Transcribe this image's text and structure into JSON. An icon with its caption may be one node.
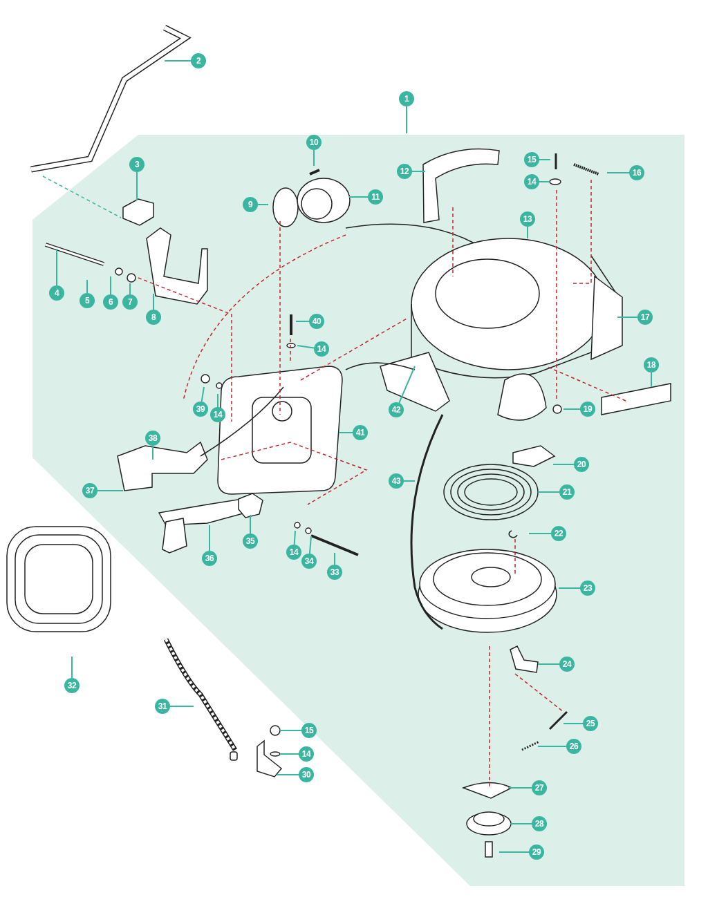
{
  "diagram": {
    "nodes": [
      {
        "text": [
          "2"
        ]
      },
      {
        "text": [
          "1"
        ]
      },
      {
        "text": [
          "10"
        ]
      },
      {
        "text": [
          "15"
        ]
      },
      {
        "text": [
          "3"
        ]
      },
      {
        "text": [
          "12"
        ]
      },
      {
        "text": [
          "16"
        ]
      },
      {
        "text": [
          "14"
        ]
      },
      {
        "text": [
          "11"
        ]
      },
      {
        "text": [
          "9"
        ]
      },
      {
        "text": [
          "13"
        ]
      },
      {
        "text": [
          "4"
        ]
      },
      {
        "text": [
          "5"
        ]
      },
      {
        "text": [
          "6"
        ]
      },
      {
        "text": [
          "7"
        ]
      },
      {
        "text": [
          "8"
        ]
      },
      {
        "text": [
          "17"
        ]
      },
      {
        "text": [
          "40"
        ]
      },
      {
        "text": [
          "14"
        ]
      },
      {
        "text": [
          "18"
        ]
      },
      {
        "text": [
          "39"
        ]
      },
      {
        "text": [
          "14"
        ]
      },
      {
        "text": [
          "42"
        ]
      },
      {
        "text": [
          "19"
        ]
      },
      {
        "text": [
          "41"
        ]
      },
      {
        "text": [
          "38"
        ]
      },
      {
        "text": [
          "20"
        ]
      },
      {
        "text": [
          "43"
        ]
      },
      {
        "text": [
          "37"
        ]
      },
      {
        "text": [
          "21"
        ]
      },
      {
        "text": [
          "22"
        ]
      },
      {
        "text": [
          "35"
        ]
      },
      {
        "text": [
          "14"
        ]
      },
      {
        "text": [
          "36"
        ]
      },
      {
        "text": [
          "34"
        ]
      },
      {
        "text": [
          "33"
        ]
      },
      {
        "text": [
          "23"
        ]
      },
      {
        "text": [
          "24"
        ]
      },
      {
        "text": [
          "32"
        ]
      },
      {
        "text": [
          "31"
        ]
      },
      {
        "text": [
          "25"
        ]
      },
      {
        "text": [
          "15"
        ]
      },
      {
        "text": [
          "26"
        ]
      },
      {
        "text": [
          "14"
        ]
      },
      {
        "text": [
          "30"
        ]
      },
      {
        "text": [
          "27"
        ]
      },
      {
        "text": [
          "28"
        ]
      },
      {
        "text": [
          "29"
        ]
      }
    ],
    "edges": [
      {
        "from": 0,
        "to": null,
        "arrow": "none"
      },
      {
        "from": 1,
        "to": null,
        "arrow": "none"
      },
      {
        "from": 2,
        "to": null,
        "arrow": "none"
      },
      {
        "from": 3,
        "to": null,
        "arrow": "none"
      },
      {
        "from": 4,
        "to": null,
        "arrow": "none"
      },
      {
        "from": 5,
        "to": null,
        "arrow": "none"
      },
      {
        "from": 6,
        "to": null,
        "arrow": "none"
      },
      {
        "from": 7,
        "to": null,
        "arrow": "none"
      },
      {
        "from": 8,
        "to": null,
        "arrow": "none"
      },
      {
        "from": 9,
        "to": null,
        "arrow": "none"
      },
      {
        "from": 10,
        "to": null,
        "arrow": "none"
      },
      {
        "from": 11,
        "to": null,
        "arrow": "none"
      },
      {
        "from": 12,
        "to": null,
        "arrow": "none"
      },
      {
        "from": 13,
        "to": null,
        "arrow": "none"
      },
      {
        "from": 14,
        "to": null,
        "arrow": "none"
      },
      {
        "from": 15,
        "to": null,
        "arrow": "none"
      },
      {
        "from": 16,
        "to": null,
        "arrow": "none"
      },
      {
        "from": 17,
        "to": null,
        "arrow": "none"
      },
      {
        "from": 18,
        "to": null,
        "arrow": "none"
      },
      {
        "from": 19,
        "to": null,
        "arrow": "none"
      },
      {
        "from": 20,
        "to": null,
        "arrow": "none"
      },
      {
        "from": 21,
        "to": null,
        "arrow": "none"
      },
      {
        "from": 22,
        "to": null,
        "arrow": "none"
      },
      {
        "from": 23,
        "to": null,
        "arrow": "none"
      },
      {
        "from": 24,
        "to": null,
        "arrow": "none"
      },
      {
        "from": 25,
        "to": null,
        "arrow": "none"
      },
      {
        "from": 26,
        "to": null,
        "arrow": "none"
      },
      {
        "from": 27,
        "to": null,
        "arrow": "none"
      },
      {
        "from": 28,
        "to": null,
        "arrow": "none"
      },
      {
        "from": 29,
        "to": null,
        "arrow": "none"
      },
      {
        "from": 30,
        "to": null,
        "arrow": "none"
      },
      {
        "from": 31,
        "to": null,
        "arrow": "none"
      },
      {
        "from": 32,
        "to": null,
        "arrow": "none"
      },
      {
        "from": 33,
        "to": null,
        "arrow": "none"
      },
      {
        "from": 34,
        "to": null,
        "arrow": "none"
      },
      {
        "from": 35,
        "to": null,
        "arrow": "none"
      },
      {
        "from": 36,
        "to": null,
        "arrow": "none"
      },
      {
        "from": 37,
        "to": null,
        "arrow": "none"
      },
      {
        "from": 38,
        "to": null,
        "arrow": "none"
      },
      {
        "from": 39,
        "to": null,
        "arrow": "none"
      },
      {
        "from": 40,
        "to": null,
        "arrow": "none"
      },
      {
        "from": 41,
        "to": null,
        "arrow": "none"
      },
      {
        "from": 42,
        "to": null,
        "arrow": "none"
      },
      {
        "from": 43,
        "to": null,
        "arrow": "none"
      },
      {
        "from": 44,
        "to": null,
        "arrow": "none"
      },
      {
        "from": 45,
        "to": null,
        "arrow": "none"
      },
      {
        "from": 46,
        "to": null,
        "arrow": "none"
      },
      {
        "from": 47,
        "to": null,
        "arrow": "none"
      }
    ]
  }
}
